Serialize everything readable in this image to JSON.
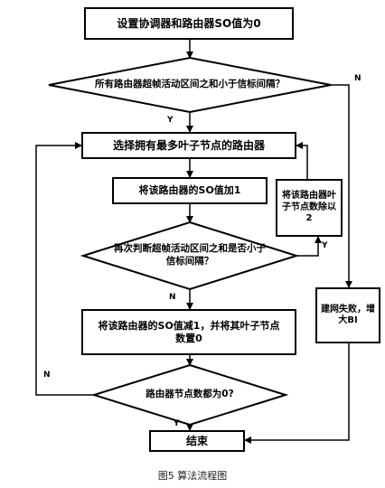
{
  "nodes": {
    "init": "设置协调器和路由器SO值为0",
    "check_all": "所有路由器超帧活动区间之和小于信标间隔？",
    "select_router": "选择拥有最多叶子节点的路由器",
    "increment_so": "将该路由器的SO值加1",
    "recheck": "再次判断超帧活动区间之和是否小于信标间隔？",
    "halve_leaf": "将该路由器叶子节点数除以2",
    "decrement_so": "将该路由器的SO值减1，并将其叶子节点数置0",
    "check_zero": "路由器节点数都为0?",
    "end": "结束",
    "network_fail": "建网失败，增大BI"
  },
  "edge_labels": {
    "check_all_yes": "Y",
    "check_all_no": "N",
    "recheck_yes": "Y",
    "recheck_no": "N",
    "check_zero_no": "N",
    "check_zero_yes": "Y"
  },
  "caption": "图5 算法流程图"
}
